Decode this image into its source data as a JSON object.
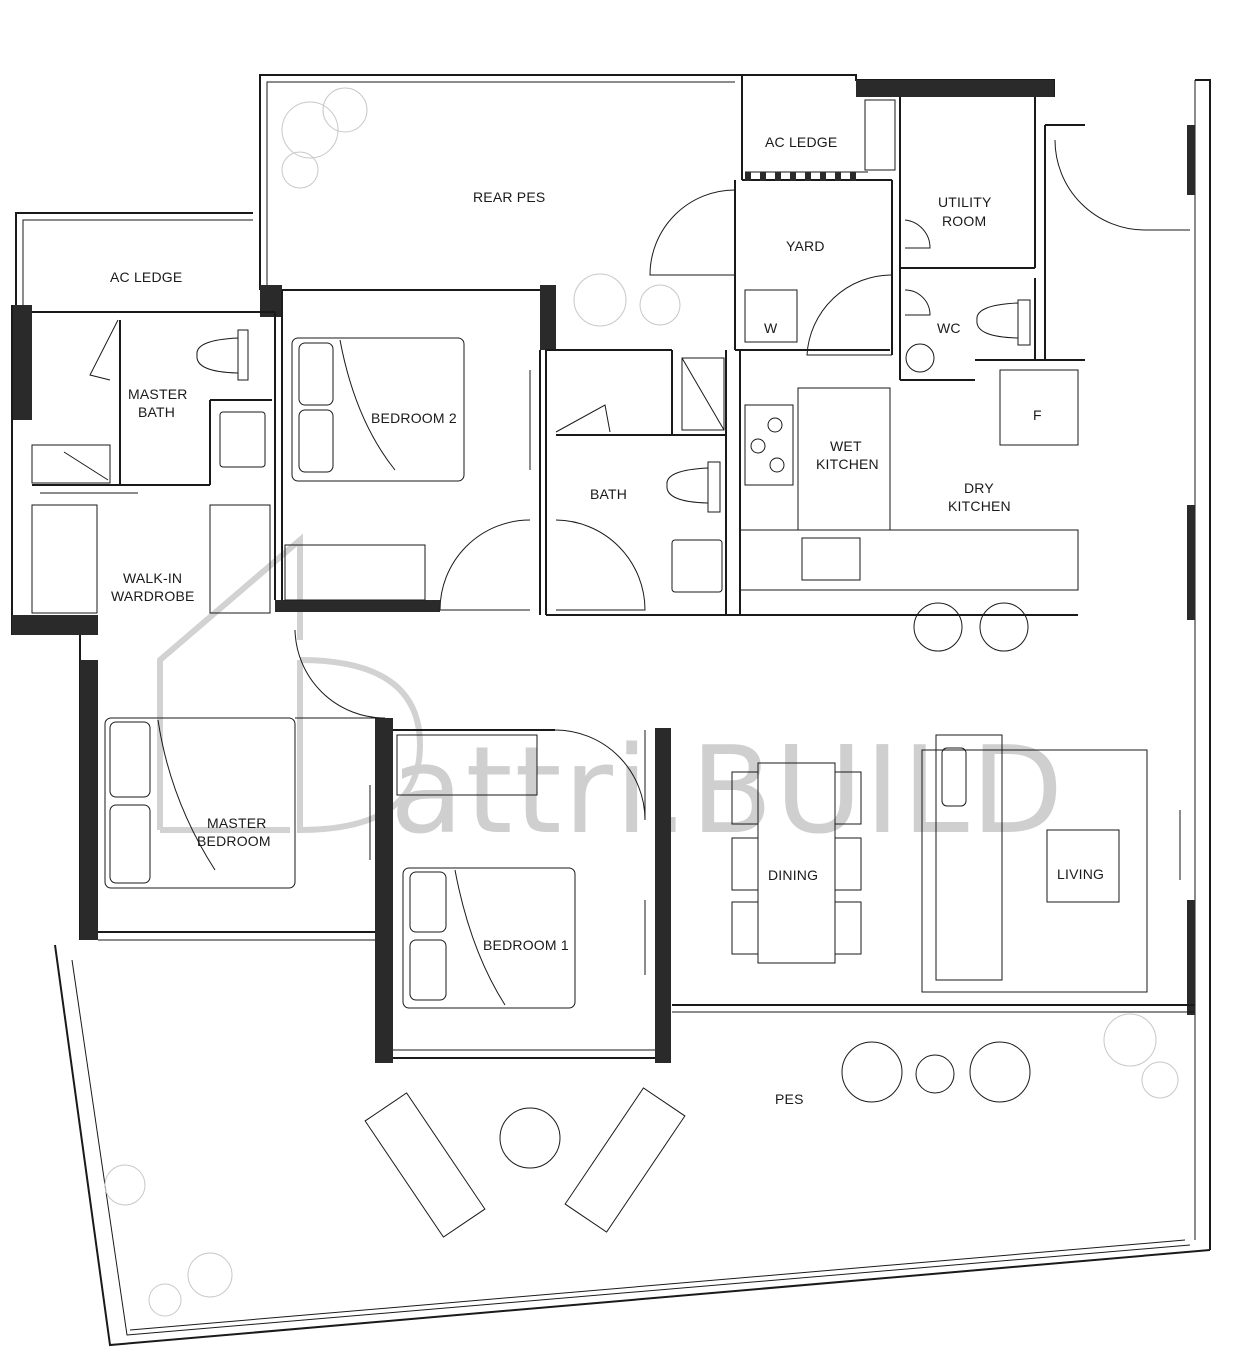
{
  "rooms": {
    "rear_pes": "REAR PES",
    "ac_ledge_top": "AC LEDGE",
    "ac_ledge_left": "AC LEDGE",
    "utility_room_line1": "UTILITY",
    "utility_room_line2": "ROOM",
    "yard": "YARD",
    "washer": "W",
    "wc": "WC",
    "fridge": "F",
    "master_bath_line1": "MASTER",
    "master_bath_line2": "BATH",
    "bedroom_2": "BEDROOM 2",
    "bath": "BATH",
    "wet_kitchen_line1": "WET",
    "wet_kitchen_line2": "KITCHEN",
    "dry_kitchen_line1": "DRY",
    "dry_kitchen_line2": "KITCHEN",
    "walk_in_wardrobe_line1": "WALK-IN",
    "walk_in_wardrobe_line2": "WARDROBE",
    "master_bedroom_line1": "MASTER",
    "master_bedroom_line2": "BEDROOM",
    "bedroom_1": "BEDROOM 1",
    "dining": "DINING",
    "living": "LIVING",
    "pes": "PES"
  },
  "watermark": {
    "text": "attri.BUILD"
  }
}
